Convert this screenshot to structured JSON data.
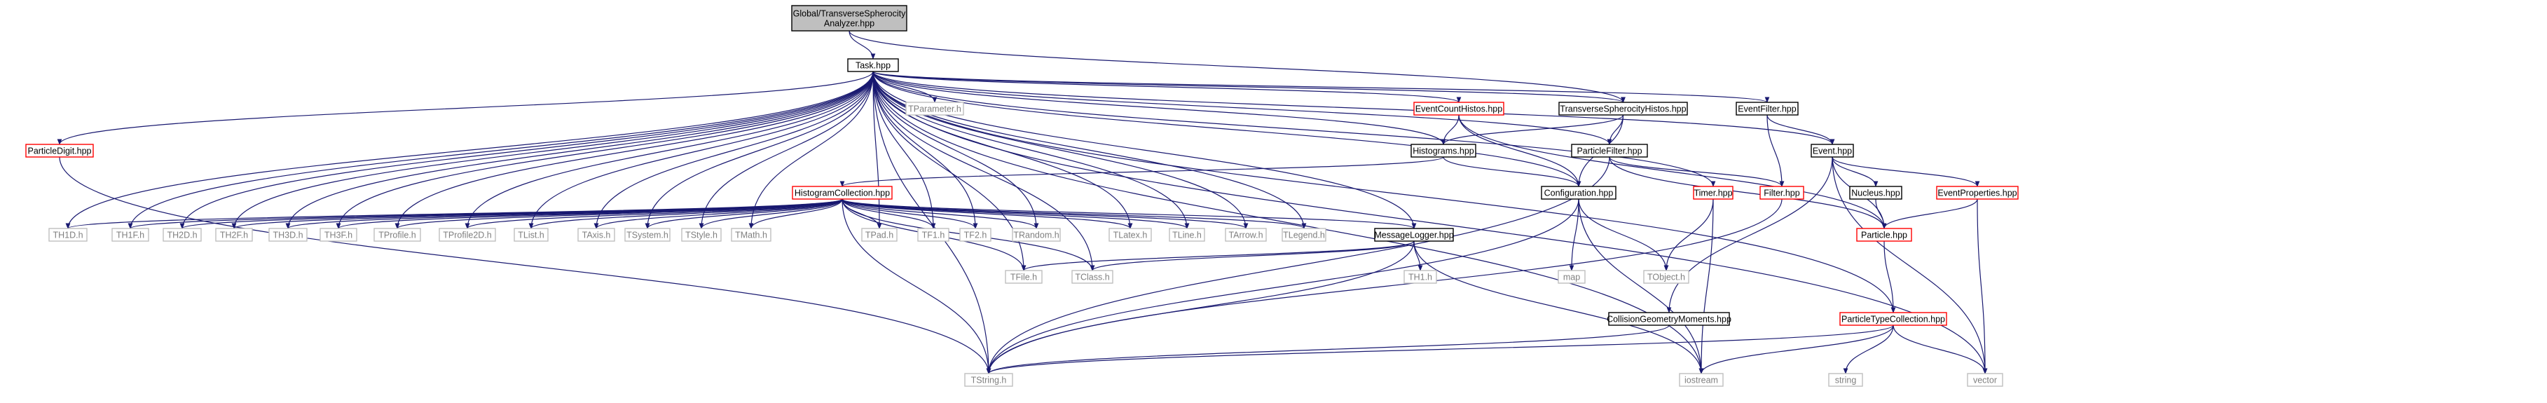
{
  "colors": {
    "root_fill": "#bfbfbf",
    "edge": "#191970",
    "plain_border": "#000000",
    "faint_border": "#bfbfbf",
    "red_border": "#ff0000",
    "faint_text": "#7f7f7f"
  },
  "nodes": [
    {
      "id": "root",
      "label": "Global/TransverseSpherocity\nAnalyzer.hpp",
      "style": "root"
    },
    {
      "id": "task",
      "label": "Task.hpp",
      "style": "plain"
    },
    {
      "id": "tparameter",
      "label": "TParameter.h",
      "style": "faint"
    },
    {
      "id": "particledigit",
      "label": "ParticleDigit.hpp",
      "style": "red"
    },
    {
      "id": "eventcounthistos",
      "label": "EventCountHistos.hpp",
      "style": "red"
    },
    {
      "id": "tssh",
      "label": "TransverseSpherocityHistos.hpp",
      "style": "plain"
    },
    {
      "id": "eventfilter",
      "label": "EventFilter.hpp",
      "style": "plain"
    },
    {
      "id": "histograms",
      "label": "Histograms.hpp",
      "style": "plain"
    },
    {
      "id": "particlefilter",
      "label": "ParticleFilter.hpp",
      "style": "plain"
    },
    {
      "id": "event",
      "label": "Event.hpp",
      "style": "plain"
    },
    {
      "id": "histocoll",
      "label": "HistogramCollection.hpp",
      "style": "red"
    },
    {
      "id": "configuration",
      "label": "Configuration.hpp",
      "style": "plain"
    },
    {
      "id": "timer",
      "label": "Timer.hpp",
      "style": "red"
    },
    {
      "id": "filter",
      "label": "Filter.hpp",
      "style": "red"
    },
    {
      "id": "nucleus",
      "label": "Nucleus.hpp",
      "style": "plain"
    },
    {
      "id": "eventprops",
      "label": "EventProperties.hpp",
      "style": "red"
    },
    {
      "id": "particle",
      "label": "Particle.hpp",
      "style": "red"
    },
    {
      "id": "th1d",
      "label": "TH1D.h",
      "style": "faint"
    },
    {
      "id": "th1f",
      "label": "TH1F.h",
      "style": "faint"
    },
    {
      "id": "th2d",
      "label": "TH2D.h",
      "style": "faint"
    },
    {
      "id": "th2f",
      "label": "TH2F.h",
      "style": "faint"
    },
    {
      "id": "th3d",
      "label": "TH3D.h",
      "style": "faint"
    },
    {
      "id": "th3f",
      "label": "TH3F.h",
      "style": "faint"
    },
    {
      "id": "tprofile",
      "label": "TProfile.h",
      "style": "faint"
    },
    {
      "id": "tprofile2d",
      "label": "TProfile2D.h",
      "style": "faint"
    },
    {
      "id": "tlist",
      "label": "TList.h",
      "style": "faint"
    },
    {
      "id": "taxis",
      "label": "TAxis.h",
      "style": "faint"
    },
    {
      "id": "tsystem",
      "label": "TSystem.h",
      "style": "faint"
    },
    {
      "id": "tstyle",
      "label": "TStyle.h",
      "style": "faint"
    },
    {
      "id": "tmath",
      "label": "TMath.h",
      "style": "faint"
    },
    {
      "id": "tpad",
      "label": "TPad.h",
      "style": "faint"
    },
    {
      "id": "tf1",
      "label": "TF1.h",
      "style": "faint"
    },
    {
      "id": "tf2",
      "label": "TF2.h",
      "style": "faint"
    },
    {
      "id": "trandom",
      "label": "TRandom.h",
      "style": "faint"
    },
    {
      "id": "tlatex",
      "label": "TLatex.h",
      "style": "faint"
    },
    {
      "id": "tline",
      "label": "TLine.h",
      "style": "faint"
    },
    {
      "id": "tarrow",
      "label": "TArrow.h",
      "style": "faint"
    },
    {
      "id": "tlegend",
      "label": "TLegend.h",
      "style": "faint"
    },
    {
      "id": "msglogger",
      "label": "MessageLogger.hpp",
      "style": "plain"
    },
    {
      "id": "map",
      "label": "map",
      "style": "faint"
    },
    {
      "id": "tobject",
      "label": "TObject.h",
      "style": "faint"
    },
    {
      "id": "tfile",
      "label": "TFile.h",
      "style": "faint"
    },
    {
      "id": "tclass",
      "label": "TClass.h",
      "style": "faint"
    },
    {
      "id": "th1",
      "label": "TH1.h",
      "style": "faint"
    },
    {
      "id": "collgeom",
      "label": "CollisionGeometryMoments.hpp",
      "style": "plain"
    },
    {
      "id": "ptc",
      "label": "ParticleTypeCollection.hpp",
      "style": "red"
    },
    {
      "id": "tstring",
      "label": "TString.h",
      "style": "faint"
    },
    {
      "id": "iostream",
      "label": "iostream",
      "style": "faint"
    },
    {
      "id": "string",
      "label": "string",
      "style": "faint"
    },
    {
      "id": "vector",
      "label": "vector",
      "style": "faint"
    }
  ],
  "edges": [
    [
      "root",
      "task"
    ],
    [
      "root",
      "tssh"
    ],
    [
      "task",
      "tparameter"
    ],
    [
      "task",
      "particledigit"
    ],
    [
      "task",
      "eventcounthistos"
    ],
    [
      "task",
      "tssh"
    ],
    [
      "task",
      "eventfilter"
    ],
    [
      "task",
      "histograms"
    ],
    [
      "task",
      "particlefilter"
    ],
    [
      "task",
      "event"
    ],
    [
      "task",
      "configuration"
    ],
    [
      "task",
      "timer"
    ],
    [
      "task",
      "th1d"
    ],
    [
      "task",
      "th1f"
    ],
    [
      "task",
      "th2d"
    ],
    [
      "task",
      "th2f"
    ],
    [
      "task",
      "th3d"
    ],
    [
      "task",
      "th3f"
    ],
    [
      "task",
      "tprofile"
    ],
    [
      "task",
      "tprofile2d"
    ],
    [
      "task",
      "tlist"
    ],
    [
      "task",
      "taxis"
    ],
    [
      "task",
      "tsystem"
    ],
    [
      "task",
      "tstyle"
    ],
    [
      "task",
      "tmath"
    ],
    [
      "task",
      "tpad"
    ],
    [
      "task",
      "tf1"
    ],
    [
      "task",
      "tf2"
    ],
    [
      "task",
      "trandom"
    ],
    [
      "task",
      "tlatex"
    ],
    [
      "task",
      "tline"
    ],
    [
      "task",
      "tarrow"
    ],
    [
      "task",
      "tlegend"
    ],
    [
      "task",
      "msglogger"
    ],
    [
      "task",
      "tfile"
    ],
    [
      "task",
      "tclass"
    ],
    [
      "task",
      "tstring"
    ],
    [
      "task",
      "iostream"
    ],
    [
      "task",
      "vector"
    ],
    [
      "task",
      "ptc"
    ],
    [
      "particledigit",
      "tstring"
    ],
    [
      "eventcounthistos",
      "histograms"
    ],
    [
      "eventcounthistos",
      "configuration"
    ],
    [
      "eventcounthistos",
      "particle"
    ],
    [
      "tssh",
      "histograms"
    ],
    [
      "tssh",
      "configuration"
    ],
    [
      "tssh",
      "particlefilter"
    ],
    [
      "eventfilter",
      "event"
    ],
    [
      "eventfilter",
      "filter"
    ],
    [
      "histograms",
      "histocoll"
    ],
    [
      "histograms",
      "configuration"
    ],
    [
      "particlefilter",
      "filter"
    ],
    [
      "particlefilter",
      "particle"
    ],
    [
      "particlefilter",
      "tstring"
    ],
    [
      "event",
      "nucleus"
    ],
    [
      "event",
      "eventprops"
    ],
    [
      "event",
      "particle"
    ],
    [
      "event",
      "collgeom"
    ],
    [
      "event",
      "vector"
    ],
    [
      "histocoll",
      "th1d"
    ],
    [
      "histocoll",
      "th1f"
    ],
    [
      "histocoll",
      "th2d"
    ],
    [
      "histocoll",
      "th2f"
    ],
    [
      "histocoll",
      "th3d"
    ],
    [
      "histocoll",
      "th3f"
    ],
    [
      "histocoll",
      "tprofile"
    ],
    [
      "histocoll",
      "tprofile2d"
    ],
    [
      "histocoll",
      "tlist"
    ],
    [
      "histocoll",
      "taxis"
    ],
    [
      "histocoll",
      "tsystem"
    ],
    [
      "histocoll",
      "tstyle"
    ],
    [
      "histocoll",
      "tmath"
    ],
    [
      "histocoll",
      "tpad"
    ],
    [
      "histocoll",
      "tf1"
    ],
    [
      "histocoll",
      "tf2"
    ],
    [
      "histocoll",
      "trandom"
    ],
    [
      "histocoll",
      "tlatex"
    ],
    [
      "histocoll",
      "tline"
    ],
    [
      "histocoll",
      "tarrow"
    ],
    [
      "histocoll",
      "tlegend"
    ],
    [
      "histocoll",
      "msglogger"
    ],
    [
      "histocoll",
      "tfile"
    ],
    [
      "histocoll",
      "tclass"
    ],
    [
      "histocoll",
      "tstring"
    ],
    [
      "configuration",
      "map"
    ],
    [
      "configuration",
      "tobject"
    ],
    [
      "configuration",
      "tstring"
    ],
    [
      "configuration",
      "iostream"
    ],
    [
      "timer",
      "tobject"
    ],
    [
      "timer",
      "iostream"
    ],
    [
      "filter",
      "tstring"
    ],
    [
      "nucleus",
      "particle"
    ],
    [
      "eventprops",
      "particle"
    ],
    [
      "eventprops",
      "vector"
    ],
    [
      "particle",
      "ptc"
    ],
    [
      "msglogger",
      "tfile"
    ],
    [
      "msglogger",
      "tclass"
    ],
    [
      "msglogger",
      "th1"
    ],
    [
      "msglogger",
      "tstring"
    ],
    [
      "msglogger",
      "iostream"
    ],
    [
      "collgeom",
      "tstring"
    ],
    [
      "ptc",
      "tstring"
    ],
    [
      "ptc",
      "iostream"
    ],
    [
      "ptc",
      "string"
    ],
    [
      "ptc",
      "vector"
    ]
  ]
}
